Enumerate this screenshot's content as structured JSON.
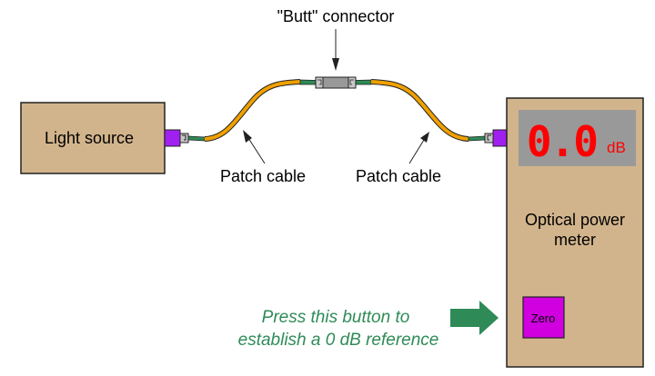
{
  "diagram": {
    "title_label": "\"Butt\" connector",
    "light_source": {
      "label": "Light source"
    },
    "patch_cable_left": {
      "label": "Patch cable"
    },
    "patch_cable_right": {
      "label": "Patch cable"
    },
    "meter": {
      "label_line1": "Optical power",
      "label_line2": "meter",
      "display_value": "0.0",
      "display_unit": "dB",
      "zero_button_label": "Zero"
    },
    "instruction": {
      "line1": "Press this button to",
      "line2": "establish a 0 dB reference"
    },
    "colors": {
      "box_fill": "#D2B48C",
      "connector_purple": "#A020F0",
      "cable_orange": "#F0A000",
      "boot_green": "#2E8B57",
      "display_gray": "#999999",
      "display_red": "#FF0000",
      "zero_button": "#D000E0",
      "note_green": "#2E8B57"
    }
  }
}
